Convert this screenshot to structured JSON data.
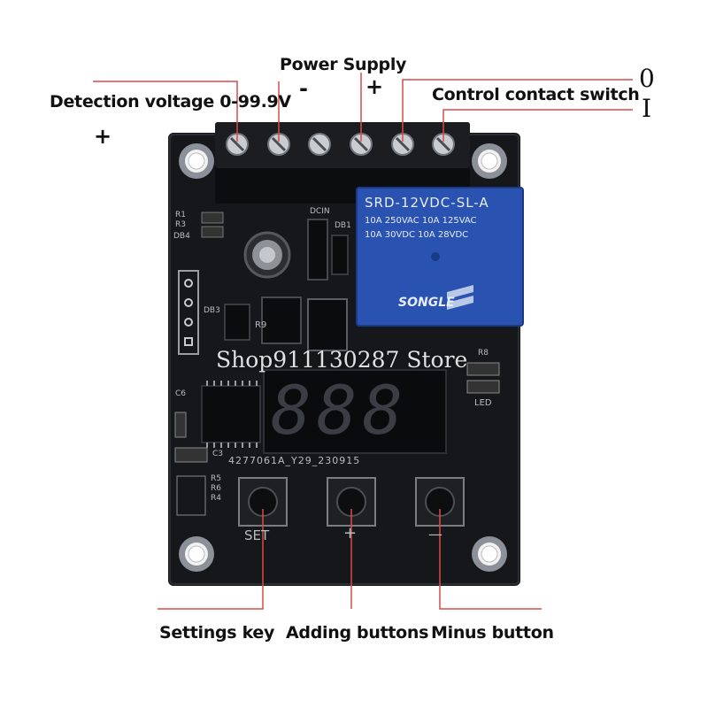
{
  "labels": {
    "power_supply": "Power Supply",
    "detection_voltage": "Detection voltage 0-99.9V",
    "control_contact": "Control contact switch",
    "settings_key": "Settings key",
    "adding_buttons": "Adding buttons",
    "minus_button": "Minus button"
  },
  "symbols": {
    "supply_minus": "-",
    "supply_plus": "+",
    "detect_plus": "+",
    "contact_zero": "0",
    "contact_one": "I"
  },
  "board": {
    "relay_model": "SRD-12VDC-SL-A",
    "relay_rating_1": "10A 250VAC  10A 125VAC",
    "relay_rating_2": "10A 30VDC  10A 28VDC",
    "relay_brand": "SONGLE",
    "display_digits": "888",
    "serial": "4277061A_Y29_230915",
    "button_set": "SET",
    "button_plus": "+",
    "button_minus": "—",
    "led_label": "LED",
    "silk_r1": "R1",
    "silk_r3": "R3",
    "silk_db4": "DB4",
    "silk_db3": "DB3",
    "silk_r9": "R9",
    "silk_c6": "C6",
    "silk_c3": "C3",
    "silk_r5": "R5",
    "silk_r6": "R6",
    "silk_r4": "R4",
    "silk_dcin": "DCIN",
    "silk_db1": "DB1",
    "silk_r8": "R8"
  },
  "watermark": "Shop911130287 Store",
  "colors": {
    "board": "#15171a",
    "relay": "#2a52b0",
    "leader": "#d94a4a",
    "display_segment": "#3a3d44",
    "silkscreen": "#b9bcc2"
  }
}
